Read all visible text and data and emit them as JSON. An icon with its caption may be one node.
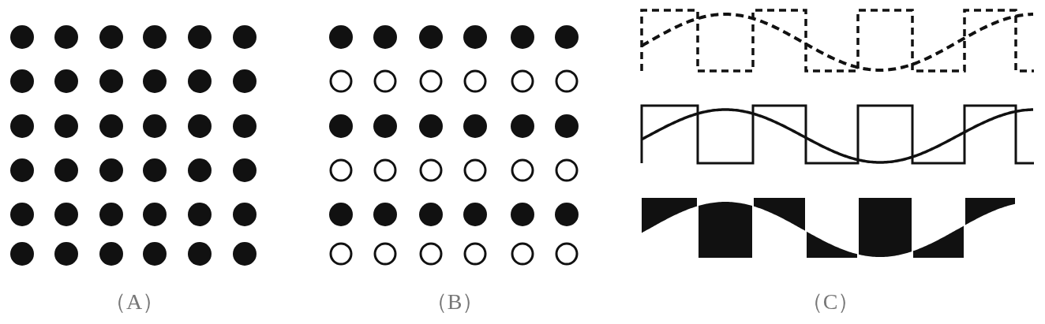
{
  "diagram": {
    "labels": [
      "（A）",
      "（B）",
      "（C）"
    ]
  }
}
